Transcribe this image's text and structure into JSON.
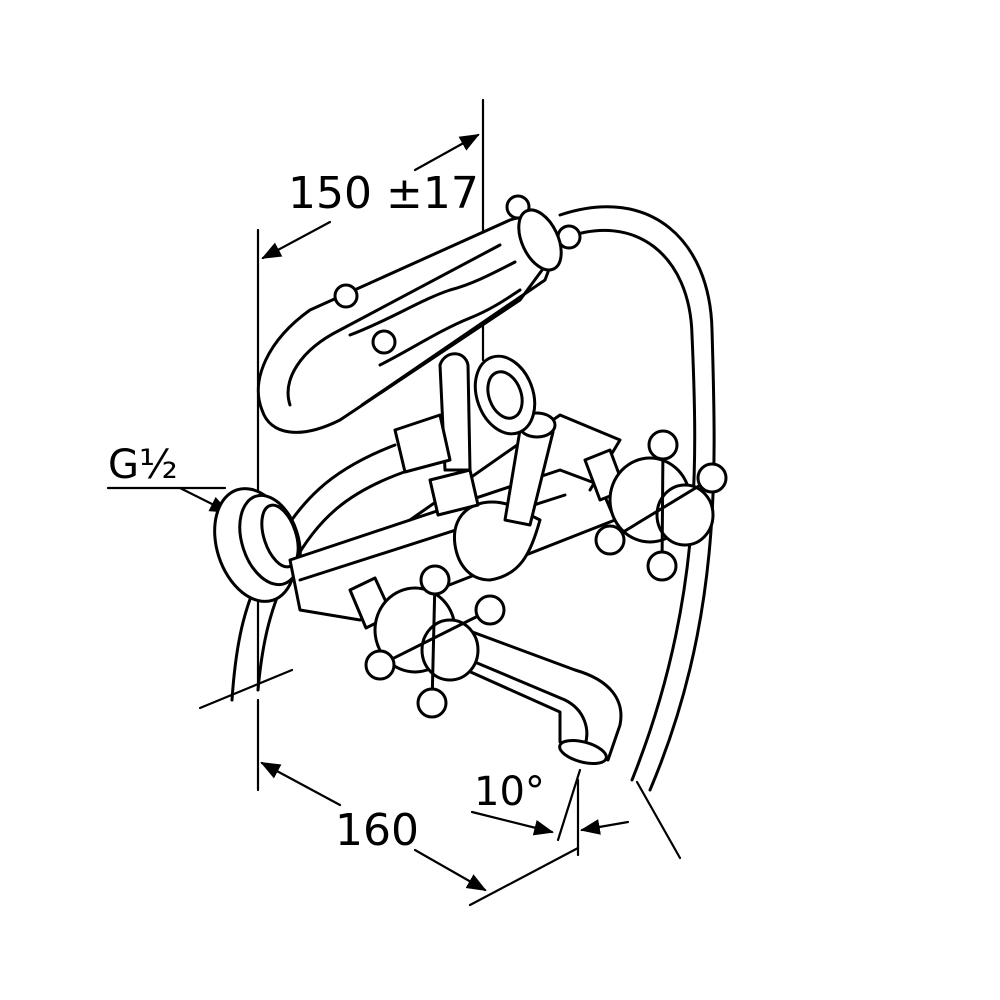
{
  "dimensions": {
    "hand_shower_width": "150 ±17",
    "connection_thread": "G½",
    "spout_projection": "160",
    "spout_angle": "10°"
  }
}
